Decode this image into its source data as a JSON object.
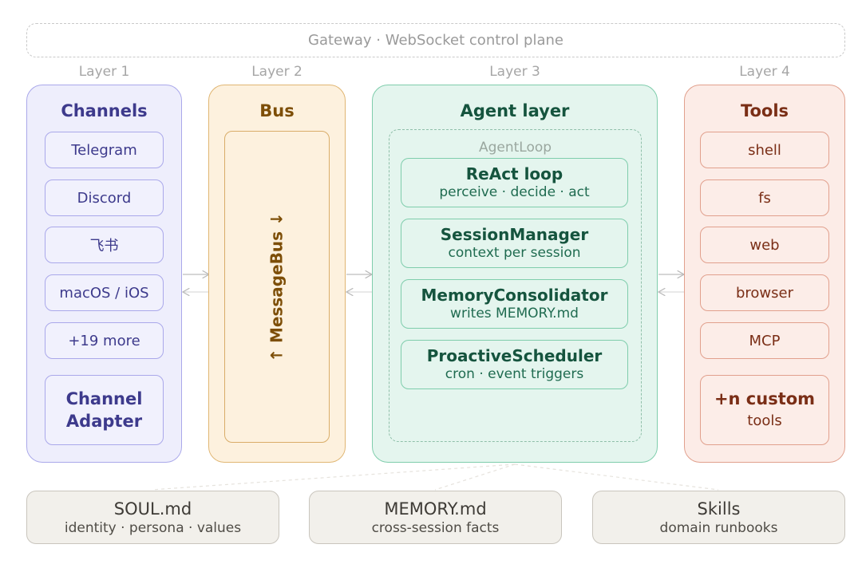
{
  "gateway": {
    "label": "Gateway · WebSocket control plane"
  },
  "layers": [
    "Layer 1",
    "Layer 2",
    "Layer 3",
    "Layer 4"
  ],
  "channels": {
    "title": "Channels",
    "items": [
      "Telegram",
      "Discord",
      "飞书",
      "macOS / iOS",
      "+19 more"
    ],
    "adapter": [
      "Channel",
      "Adapter"
    ]
  },
  "bus": {
    "title": "Bus",
    "label": "↑ MessageBus ↓"
  },
  "agent": {
    "title": "Agent layer",
    "loop_label": "AgentLoop",
    "components": [
      {
        "title": "ReAct loop",
        "subtitle": "perceive · decide · act"
      },
      {
        "title": "SessionManager",
        "subtitle": "context per session"
      },
      {
        "title": "MemoryConsolidator",
        "subtitle": "writes MEMORY.md"
      },
      {
        "title": "ProactiveScheduler",
        "subtitle": "cron · event triggers"
      }
    ]
  },
  "tools": {
    "title": "Tools",
    "items": [
      "shell",
      "fs",
      "web",
      "browser",
      "MCP"
    ],
    "custom": [
      "+n custom",
      "tools"
    ]
  },
  "files": [
    {
      "title": "SOUL.md",
      "subtitle": "identity · persona · values"
    },
    {
      "title": "MEMORY.md",
      "subtitle": "cross-session facts"
    },
    {
      "title": "Skills",
      "subtitle": "domain runbooks"
    }
  ],
  "colors": {
    "channels": "#aaa8ea",
    "bus": "#e0b673",
    "agent": "#7fcdac",
    "tools": "#e1a08d",
    "files": "#c9c5bd"
  }
}
